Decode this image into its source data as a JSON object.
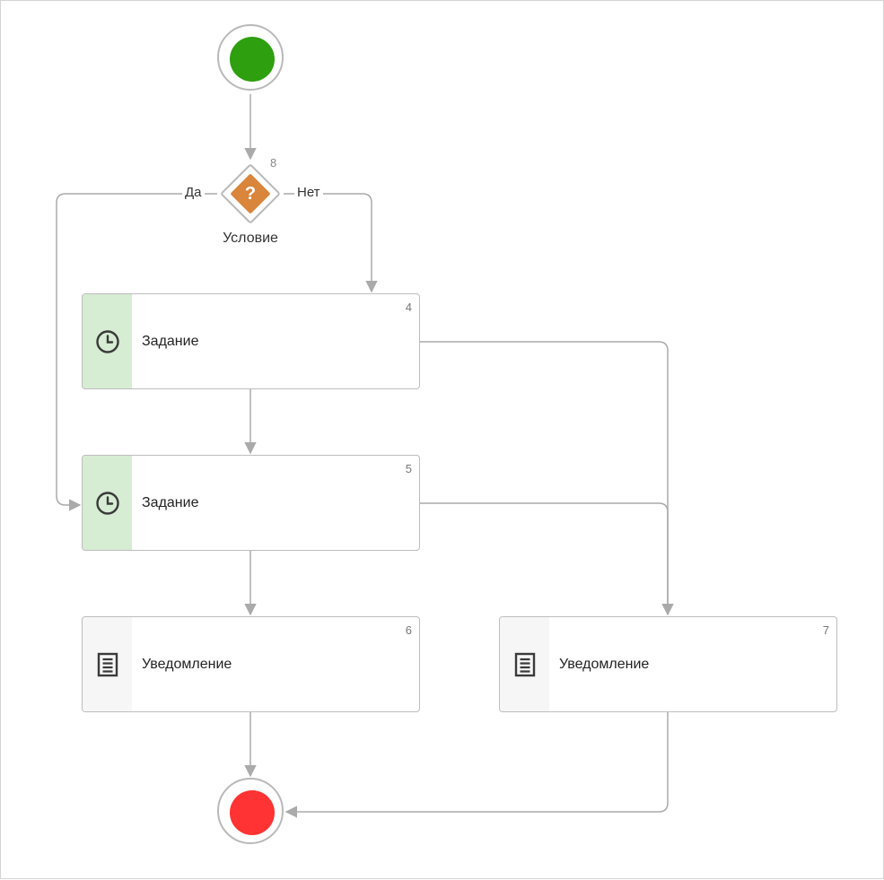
{
  "colors": {
    "start": "#2e9f0e",
    "end": "#ff3333",
    "gateway": "#d9853b",
    "task_strip": "#d6ecd3",
    "notification_strip": "#f6f6f6",
    "edge": "#aaaaaa"
  },
  "start_event": {
    "icon": "start-event-icon"
  },
  "end_event": {
    "icon": "end-event-icon"
  },
  "gateway": {
    "number": "8",
    "symbol": "?",
    "label": "Условие",
    "yes_label": "Да",
    "no_label": "Нет"
  },
  "nodes": [
    {
      "id": "task4",
      "number": "4",
      "label": "Задание",
      "icon": "clock-icon"
    },
    {
      "id": "task5",
      "number": "5",
      "label": "Задание",
      "icon": "clock-icon"
    },
    {
      "id": "notify6",
      "number": "6",
      "label": "Уведомление",
      "icon": "document-icon"
    },
    {
      "id": "notify7",
      "number": "7",
      "label": "Уведомление",
      "icon": "document-icon"
    }
  ]
}
